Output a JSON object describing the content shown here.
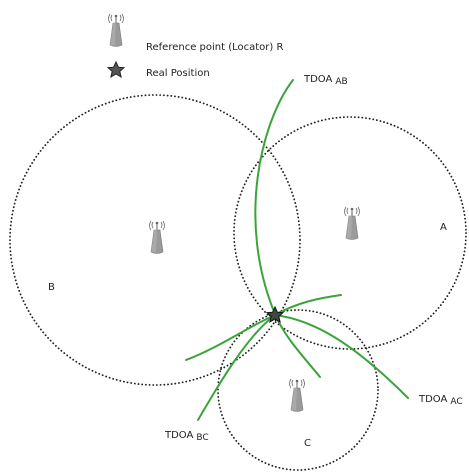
{
  "legend": {
    "reference_label": "Reference point (Locator) R",
    "real_position_label": "Real Position"
  },
  "regions": {
    "a": "A",
    "b": "B",
    "c": "C"
  },
  "tdoa": {
    "ab": {
      "main": "TDOA",
      "sub": "AB"
    },
    "ac": {
      "main": "TDOA",
      "sub": "AC"
    },
    "bc": {
      "main": "TDOA",
      "sub": "BC"
    }
  },
  "colors": {
    "hyperbola": "#3aa43a",
    "circle": "#222222",
    "tower": "#9a9a9a"
  },
  "icons": [
    "antenna-tower-icon",
    "star-icon"
  ]
}
